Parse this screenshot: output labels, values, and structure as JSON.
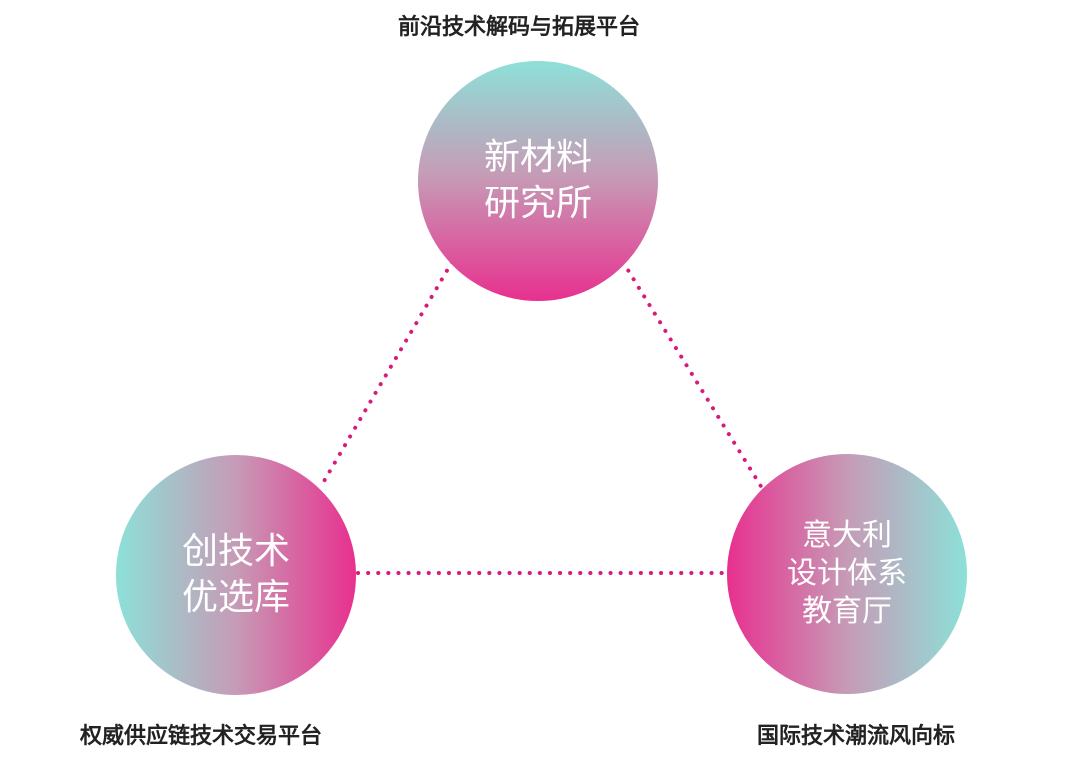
{
  "nodes": {
    "top": {
      "lines": [
        "新材料",
        "研究所"
      ],
      "caption": "前沿技术解码与拓展平台"
    },
    "left": {
      "lines": [
        "创技术",
        "优选库"
      ],
      "caption": "权威供应链技术交易平台"
    },
    "right": {
      "lines": [
        "意大利",
        "设计体系",
        "教育厅"
      ],
      "caption": "国际技术潮流风向标"
    }
  },
  "colors": {
    "teal": "#8de0d8",
    "mauve": "#c69bb6",
    "magenta": "#e8308f",
    "connector": "#d81b7a",
    "caption_text": "#222222"
  }
}
